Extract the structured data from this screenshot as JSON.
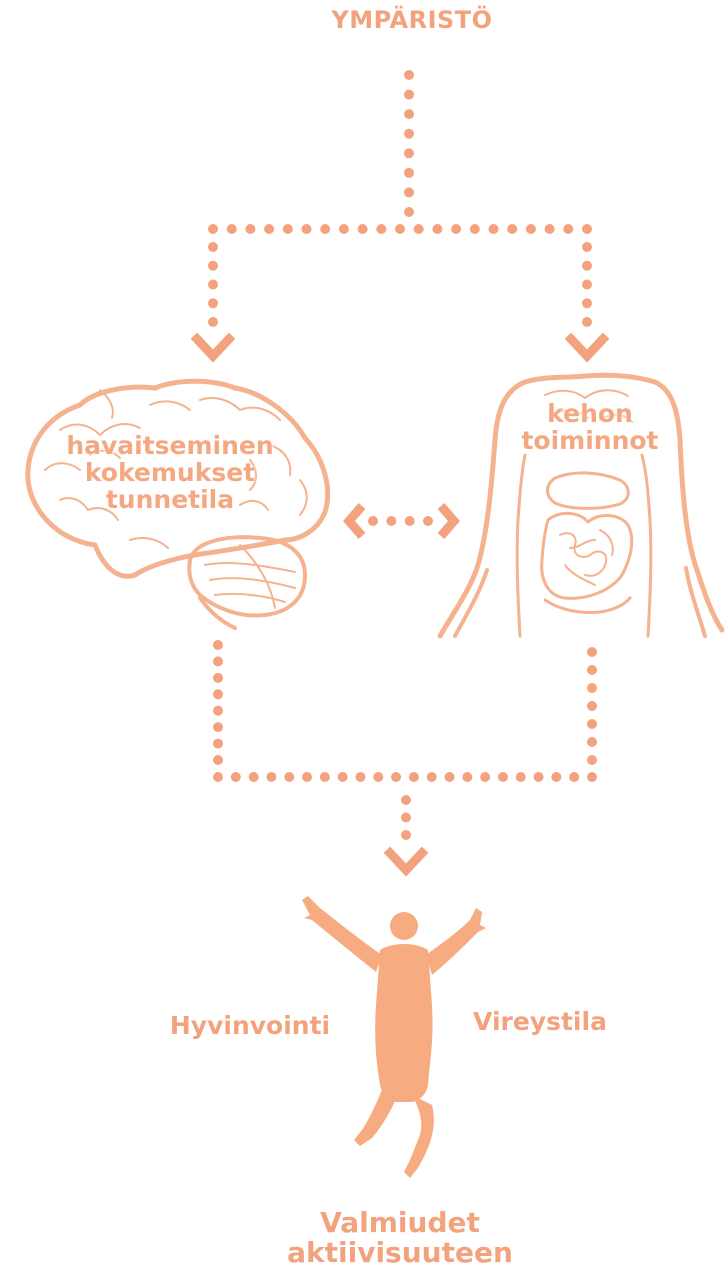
{
  "diagram": {
    "title": "YMPÄRISTÖ",
    "brain_lines": [
      "havaitseminen",
      "kokemukset",
      "tunnetila"
    ],
    "body_lines": [
      "kehon",
      "toiminnot"
    ],
    "outcome_left": "Hyvinvointi",
    "outcome_right": "Vireystila",
    "outcome_bottom_lines": [
      "Valmiudet",
      "aktiivisuuteen"
    ]
  },
  "colors": {
    "accent": "#f2a37e",
    "fill": "#f7ab80",
    "line": "#f5b28f"
  },
  "icons": [
    "brain-icon",
    "torso-organs-icon",
    "jumping-person-icon",
    "chevron-down-icon",
    "double-arrow-icon"
  ]
}
